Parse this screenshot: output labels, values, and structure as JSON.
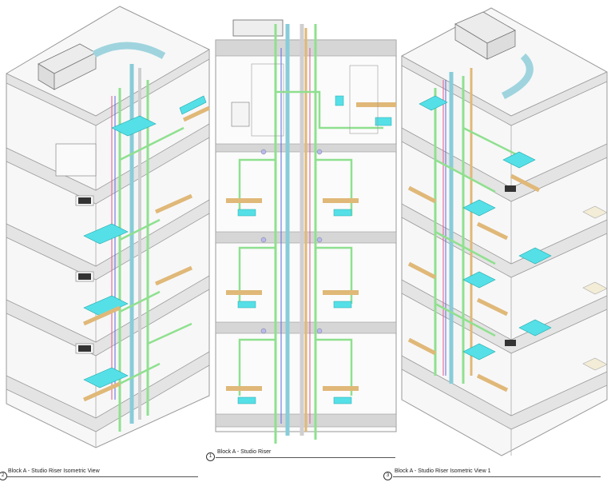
{
  "views": [
    {
      "number": "2",
      "title": "Block A - Studio Riser Isometric View"
    },
    {
      "number": "1",
      "title": "Block A - Studio Riser"
    },
    {
      "number": "3",
      "title": "Block A - Studio Riser Isometric View 1"
    }
  ],
  "colors": {
    "water_supply": "#8fe08f",
    "vent": "#88ccd8",
    "fixture": "#55e0e8",
    "worktop": "#e0b878",
    "hot_water": "#e05a8a",
    "cold_water": "#5a6ae0",
    "slab": "#cfcfcf",
    "line": "#8a8a8a"
  }
}
